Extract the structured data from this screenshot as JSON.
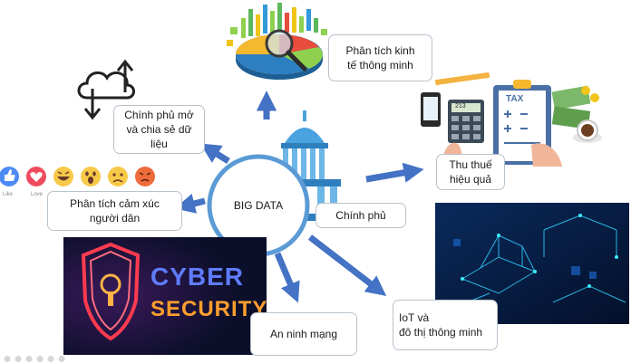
{
  "center": {
    "label": "BIG DATA"
  },
  "nodes": {
    "economy": "Phân tích kinh\ntế thông minh",
    "open_gov": "Chính phủ mở\nvà chia sẻ dữ\nliệu",
    "tax": "Thu thuế\nhiệu quả",
    "sentiment": "Phân tích cảm xúc\nngười dân",
    "government": "Chính phủ",
    "security": "An ninh mạng",
    "iot": "IoT và\nđô thị thông minh"
  },
  "images": {
    "cyber_line1": "CYBER",
    "cyber_line2": "SECURITY",
    "tax_form": "TAX",
    "calc_display": "213"
  },
  "reactions": [
    "Like",
    "Love"
  ],
  "colors": {
    "arrow": "#4472c4",
    "ring": "#5b9bd5",
    "accent": "#f5a623"
  }
}
